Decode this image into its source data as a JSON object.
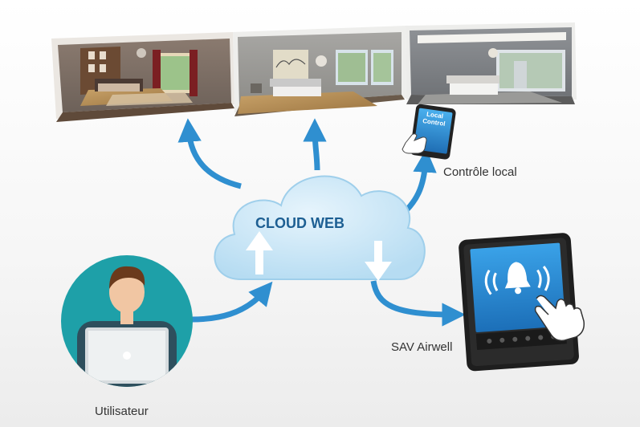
{
  "cloud": {
    "label": "CLOUD WEB"
  },
  "labels": {
    "local_control": "Contrôle local",
    "sav": "SAV Airwell",
    "user": "Utilisateur"
  },
  "tablet_small": {
    "text_line1": "Local",
    "text_line2": "Control"
  },
  "colors": {
    "arrow": "#2f8fd0",
    "cloud_fill": "#c9e6f7",
    "cloud_text": "#1d5f93",
    "user_circle": "#1ea0a8",
    "tablet_screen": "#2a8bd8"
  },
  "icons": [
    "bell-icon",
    "hand-pointer-icon",
    "laptop-icon",
    "person-icon"
  ]
}
